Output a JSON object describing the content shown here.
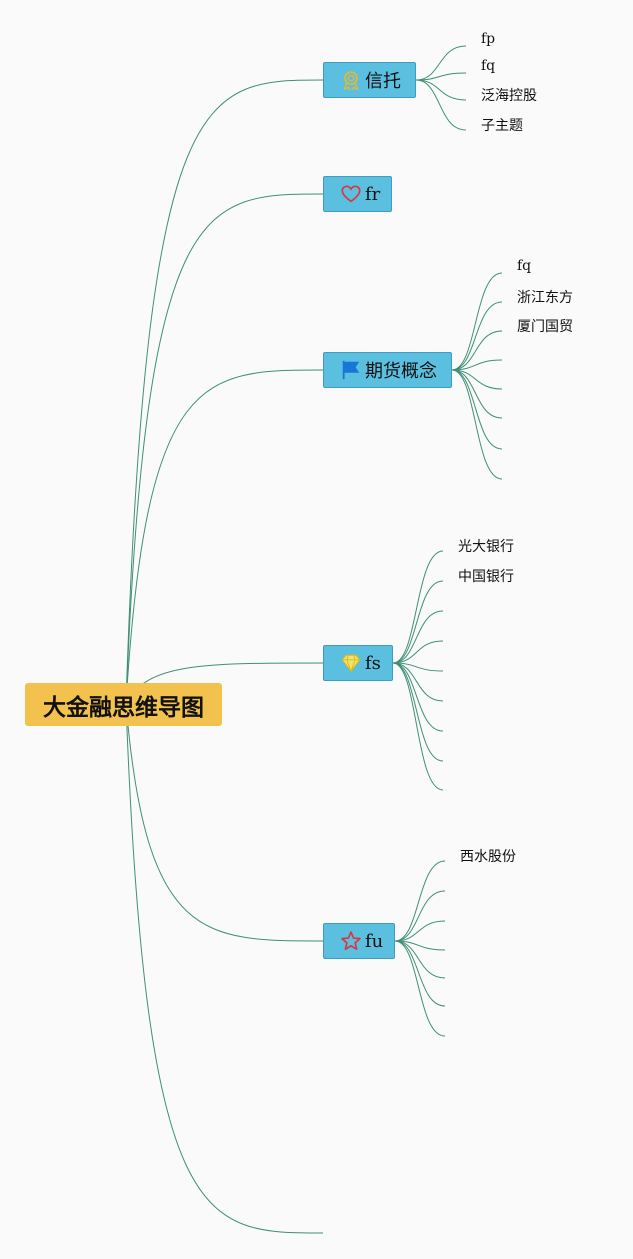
{
  "root": {
    "label": "大金融思维导图"
  },
  "topics": [
    {
      "label": "信托",
      "icon": "medal-icon",
      "children": [
        "fp",
        "fq",
        "泛海控股",
        "子主题"
      ]
    },
    {
      "label": "fr",
      "icon": "heart-icon",
      "children": []
    },
    {
      "label": "期货概念",
      "icon": "flag-icon",
      "children": [
        "fq",
        "浙江东方",
        "厦门国贸",
        "",
        "",
        "",
        "",
        ""
      ]
    },
    {
      "label": "fs",
      "icon": "diamond-icon",
      "children": [
        "光大银行",
        "中国银行",
        "",
        "",
        "",
        "",
        "",
        "",
        ""
      ]
    },
    {
      "label": "fu",
      "icon": "star-icon",
      "children": [
        "西水股份",
        "",
        "",
        "",
        "",
        "",
        ""
      ]
    }
  ],
  "colors": {
    "root_fill": "#f2c14e",
    "topic_fill": "#5bbfe0",
    "link_stroke": "#3f8f78",
    "background": "#fafafa"
  }
}
